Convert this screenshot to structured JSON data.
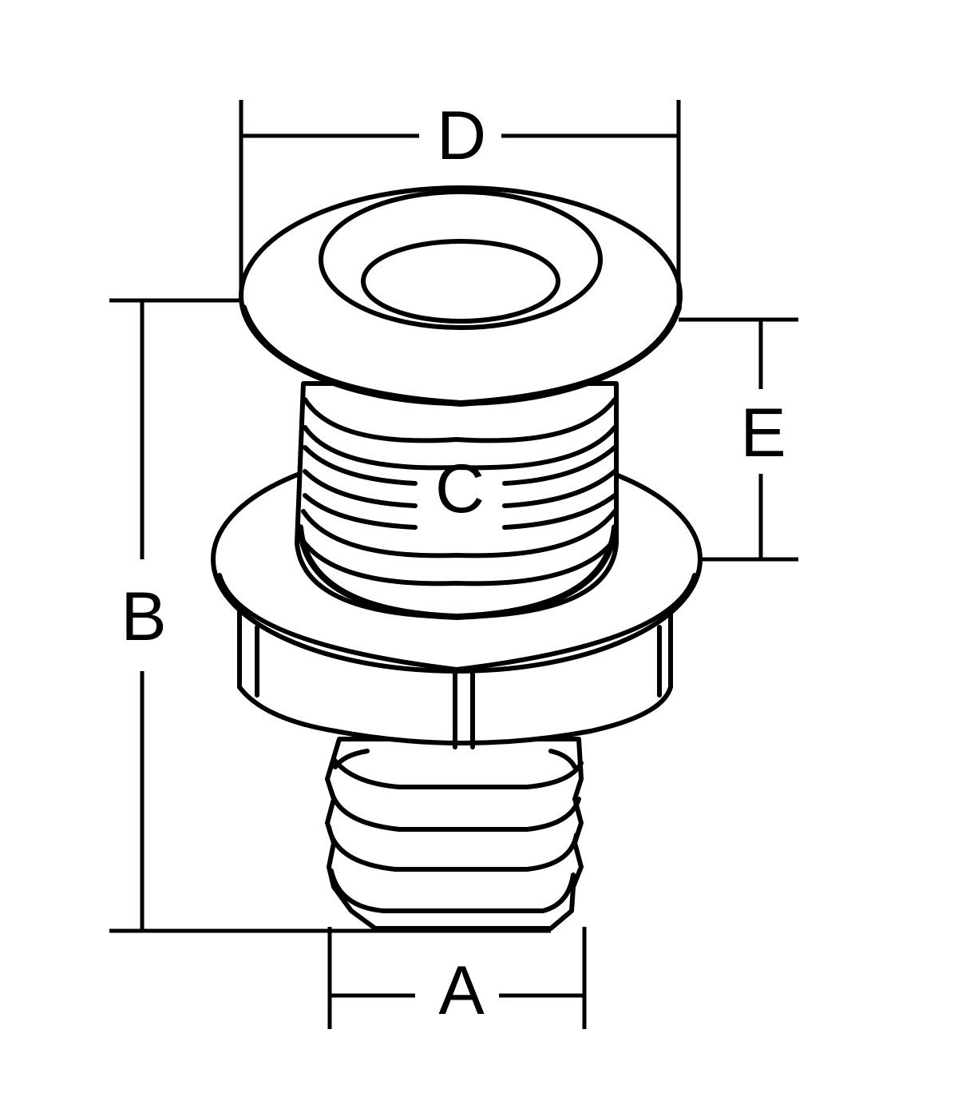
{
  "diagram": {
    "subject": "thru-hull fitting dimension drawing",
    "background": "#ffffff",
    "line_color": "#000000",
    "dimensions": {
      "A": {
        "label": "A",
        "meaning": "hose barb outer diameter"
      },
      "B": {
        "label": "B",
        "meaning": "overall length"
      },
      "C": {
        "label": "C",
        "meaning": "threaded body"
      },
      "D": {
        "label": "D",
        "meaning": "flange diameter"
      },
      "E": {
        "label": "E",
        "meaning": "thread length / max hull thickness"
      }
    }
  }
}
